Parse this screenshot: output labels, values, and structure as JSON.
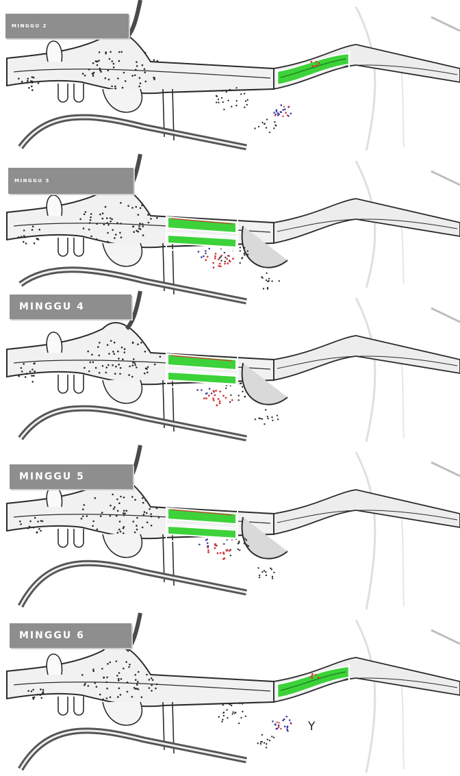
{
  "panels": [
    {
      "label": "MINGGU 2",
      "highlight": "right"
    },
    {
      "label": "MINGGU 3",
      "highlight": "left"
    },
    {
      "label": "MINGGU 4",
      "highlight": "left"
    },
    {
      "label": "MINGGU 5",
      "highlight": "left"
    },
    {
      "label": "MINGGU 6",
      "highlight": "right"
    }
  ],
  "marker": "Y",
  "colors": {
    "highlight": "#3dd23a",
    "highlight_dark": "#1c8a1c",
    "red_cells": "#d23b3b",
    "blue_cells": "#3a3aa0",
    "ink": "#2a2a2a",
    "label_bg": "#8e8e8e"
  }
}
